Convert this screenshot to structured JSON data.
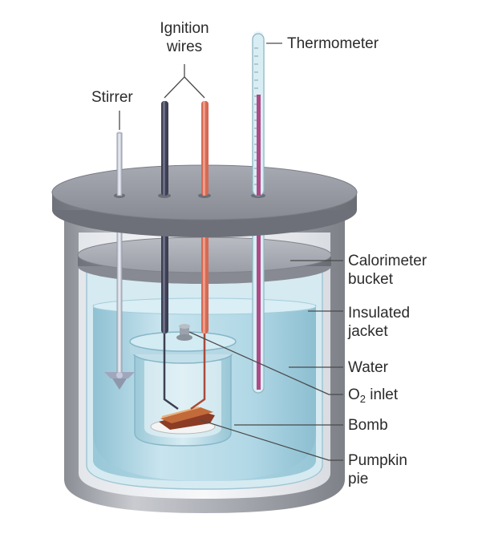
{
  "labels": {
    "ignition_wires": [
      "Ignition",
      "wires"
    ],
    "stirrer": "Stirrer",
    "thermometer": "Thermometer",
    "calorimeter_bucket": [
      "Calorimeter",
      "bucket"
    ],
    "insulated_jacket": [
      "Insulated",
      "jacket"
    ],
    "water": "Water",
    "o2_inlet": {
      "base": "O",
      "sub": "2",
      "rest": " inlet"
    },
    "bomb": "Bomb",
    "pumpkin_pie": [
      "Pumpkin",
      "pie"
    ]
  },
  "colors": {
    "lid": "#8f9299",
    "jacket_outer": "#a3a6ad",
    "water": "#bfe0ea",
    "wire_dark": "#3d3f52",
    "wire_red": "#d46a55",
    "thermometer_fluid": "#b04a86",
    "label_text": "#2b2b2b"
  },
  "icons": {
    "stirrer": "stirrer-paddle-icon",
    "thermometer": "thermometer-icon",
    "bomb": "bomb-vessel-icon",
    "pie": "pumpkin-pie-icon"
  }
}
